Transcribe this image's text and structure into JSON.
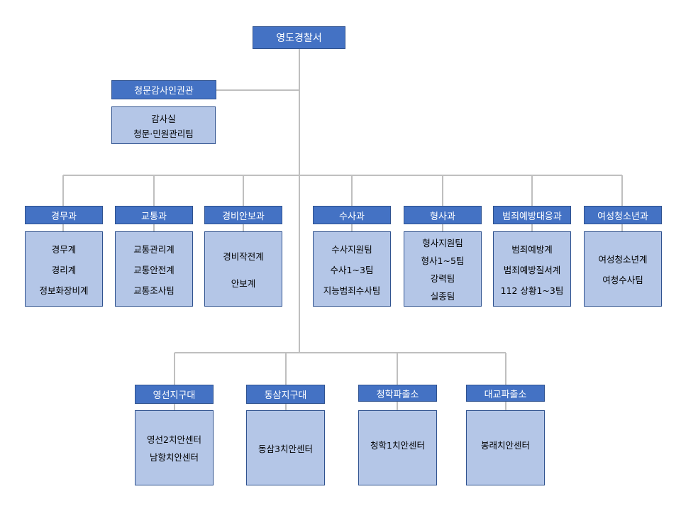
{
  "top": {
    "label": "영도경찰서"
  },
  "audit": {
    "header": "청문감사인권관",
    "items": [
      "감사실",
      "청문·민원관리팀"
    ]
  },
  "departments": [
    {
      "header": "경무과",
      "items": [
        "경무계",
        "경리계",
        "정보화장비계"
      ]
    },
    {
      "header": "교통과",
      "items": [
        "교통관리계",
        "교통안전계",
        "교통조사팀"
      ]
    },
    {
      "header": "경비안보과",
      "items": [
        "경비작전계",
        "안보계"
      ]
    },
    {
      "header": "수사과",
      "items": [
        "수사지원팀",
        "수사1~3팀",
        "지능범죄수사팀"
      ]
    },
    {
      "header": "형사과",
      "items": [
        "형사지원팀",
        "형사1~5팀",
        "강력팀",
        "실종팀"
      ]
    },
    {
      "header": "범죄예방대응과",
      "items": [
        "범죄예방계",
        "범죄예방질서계",
        "112 상황1~3팀"
      ]
    },
    {
      "header": "여성청소년과",
      "items": [
        "여성청소년계",
        "여청수사팀"
      ]
    }
  ],
  "stations": [
    {
      "header": "영선지구대",
      "items": [
        "영선2치안센터",
        "남항치안센터"
      ]
    },
    {
      "header": "동삼지구대",
      "items": [
        "동삼3치안센터"
      ]
    },
    {
      "header": "청학파출소",
      "items": [
        "청학1치안센터"
      ]
    },
    {
      "header": "대교파출소",
      "items": [
        "봉래치안센터"
      ]
    }
  ],
  "colors": {
    "header_fill": "#4472c4",
    "body_fill": "#b4c6e7",
    "connector": "#bfbfbf"
  }
}
